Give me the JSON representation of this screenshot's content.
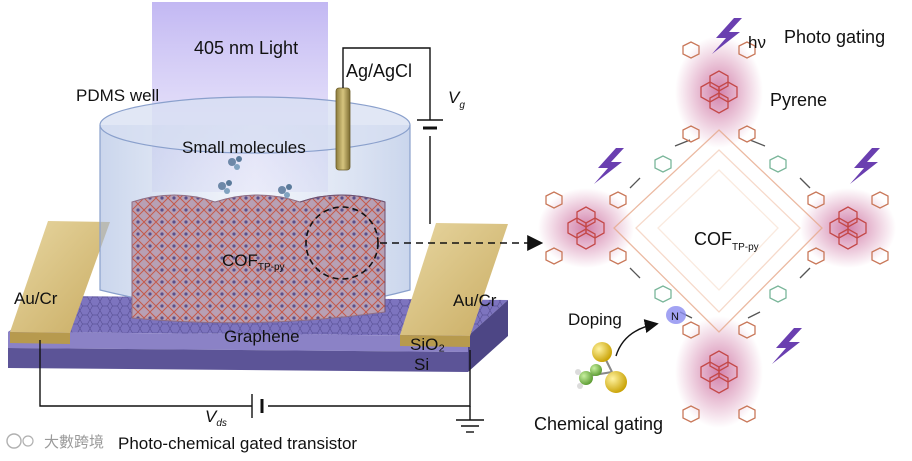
{
  "device": {
    "light_label": "405 nm Light",
    "pdms_label": "PDMS well",
    "ref_electrode_label": "Ag/AgCl",
    "vg_symbol": "V",
    "vg_subscript": "g",
    "molecules_label": "Small molecules",
    "cof_label": "COF",
    "cof_subscript": "TP-py",
    "left_electrode_label": "Au/Cr",
    "right_electrode_label": "Au/Cr",
    "graphene_label": "Graphene",
    "sio2_label": "SiO₂",
    "si_label": "Si",
    "vds_symbol": "V",
    "vds_subscript": "ds",
    "caption": "Photo-chemical gated transistor"
  },
  "structure": {
    "hv_label": "hν",
    "photo_gating_label": "Photo gating",
    "pyrene_label": "Pyrene",
    "cof_label": "COF",
    "cof_subscript": "TP-py",
    "doping_label": "Doping",
    "n_label": "N",
    "chemical_gating_label": "Chemical gating"
  },
  "watermark": {
    "text": "大數跨境"
  },
  "colors": {
    "gold": "#d8bf7c",
    "substrate_top": "#8a80c4",
    "substrate_side": "#5e5699",
    "pyrene_glow": "#c86c9a",
    "lightning": "#6a3fb0"
  }
}
